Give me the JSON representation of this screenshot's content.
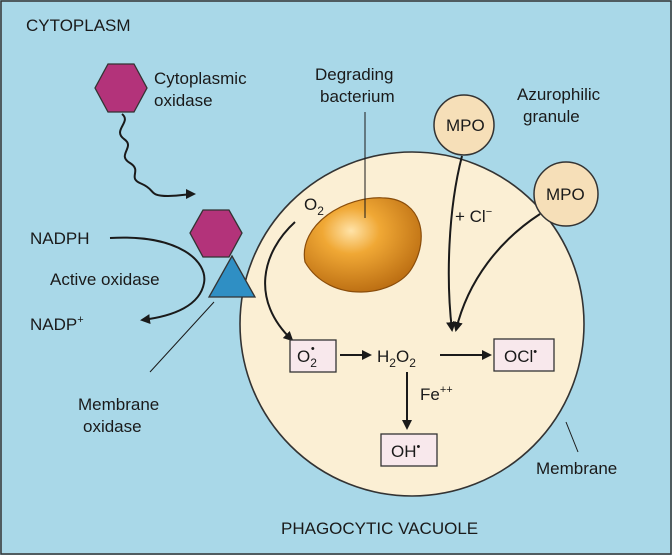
{
  "labels": {
    "cytoplasm": "CYTOPLASM",
    "cytoplasmic_oxidase_1": "Cytoplasmic",
    "cytoplasmic_oxidase_2": "oxidase",
    "degrading_1": "Degrading",
    "degrading_2": "bacterium",
    "azurophilic_1": "Azurophilic",
    "azurophilic_2": "granule",
    "mpo": "MPO",
    "cl": "+ Cl",
    "cl_sup": "−",
    "nadph": "NADPH",
    "active_oxidase": "Active oxidase",
    "nadp": "NADP",
    "nadp_sup": "+",
    "membrane_oxidase_1": "Membrane",
    "membrane_oxidase_2": "oxidase",
    "membrane": "Membrane",
    "phagocytic_vacuole": "PHAGOCYTIC VACUOLE",
    "o2_base": "O",
    "o2_sub": "2",
    "superoxide_base": "O",
    "superoxide_sub": "2",
    "superoxide_sup": "•",
    "h2o2_a": "H",
    "h2o2_sub1": "2",
    "h2o2_b": "O",
    "h2o2_sub2": "2",
    "ocl": "OCl",
    "ocl_sup": "•",
    "fe": "Fe",
    "fe_sup": "++",
    "oh": "OH",
    "oh_sup": "•"
  },
  "colors": {
    "cytoplasm_bg": "#a9d8e8",
    "vacuole_fill": "#fbefd4",
    "granule_fill": "#f6dfb8",
    "hexagon": "#b3337a",
    "triangle": "#2f8fc4",
    "bacterium": "#e69a1f",
    "box_fill": "#f8e8ec"
  },
  "icons": {
    "hexagon": "hexagon-icon",
    "triangle": "triangle-icon",
    "bacterium": "bacterium-shape"
  }
}
